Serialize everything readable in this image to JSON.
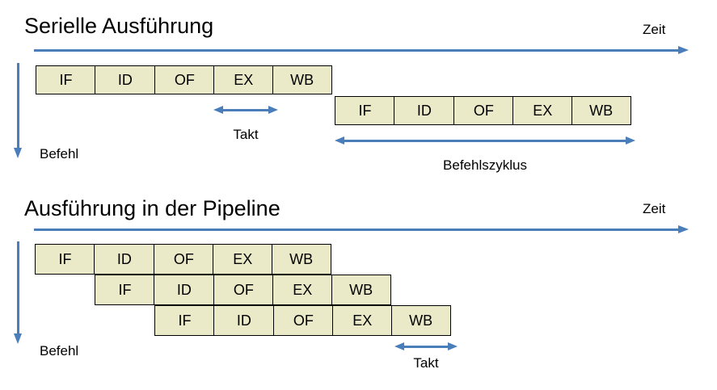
{
  "figure": {
    "background_color": "#ffffff",
    "box_fill_color": "#eaeac8",
    "box_border_color": "#000000",
    "arrow_color": "#4a7ebb",
    "text_color": "#000000"
  },
  "sections": [
    {
      "id": "serial",
      "title": "Serielle Ausführung",
      "time_axis_label": "Zeit",
      "instruction_axis_label": "Befehl",
      "rows": [
        {
          "stages": [
            "IF",
            "ID",
            "OF",
            "EX",
            "WB"
          ]
        },
        {
          "stages": [
            "IF",
            "ID",
            "OF",
            "EX",
            "WB"
          ]
        }
      ],
      "measures": [
        {
          "id": "takt",
          "label": "Takt"
        },
        {
          "id": "befehlszyklus",
          "label": "Befehlszyklus"
        }
      ]
    },
    {
      "id": "pipeline",
      "title": "Ausführung in der Pipeline",
      "time_axis_label": "Zeit",
      "instruction_axis_label": "Befehl",
      "rows": [
        {
          "stages": [
            "IF",
            "ID",
            "OF",
            "EX",
            "WB"
          ]
        },
        {
          "stages": [
            "IF",
            "ID",
            "OF",
            "EX",
            "WB"
          ]
        },
        {
          "stages": [
            "IF",
            "ID",
            "OF",
            "EX",
            "WB"
          ]
        }
      ],
      "measures": [
        {
          "id": "takt",
          "label": "Takt"
        }
      ]
    }
  ]
}
